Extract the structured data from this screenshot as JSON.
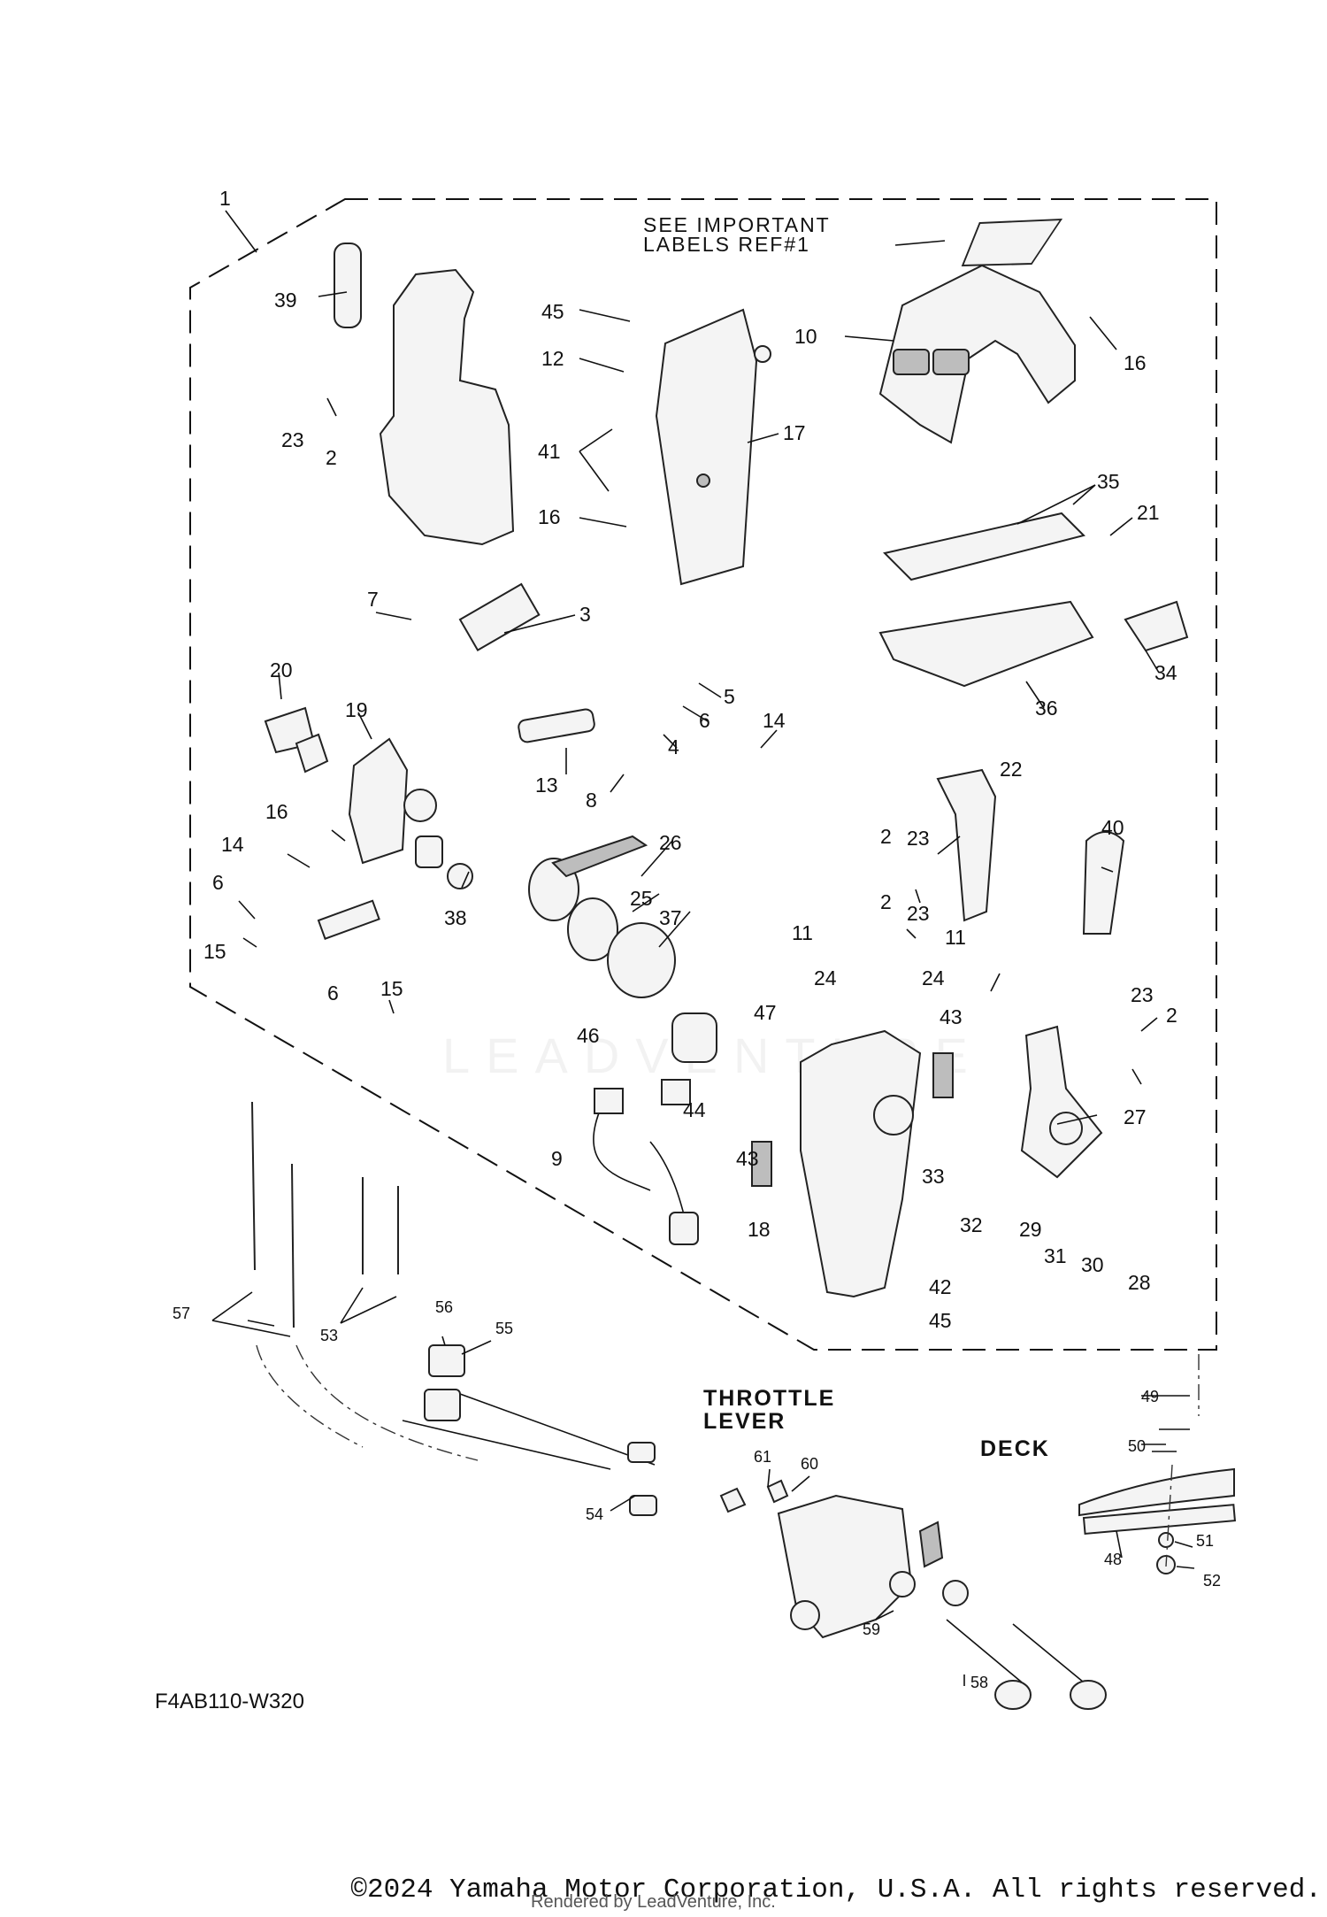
{
  "diagram": {
    "note": {
      "line1": "SEE IMPORTANT",
      "line2": "LABELS REF#1"
    },
    "group_labels": {
      "throttle_line1": "THROTTLE",
      "throttle_line2": "LEVER",
      "deck": "DECK"
    },
    "drawing_code": "F4AB110-W320",
    "watermark": "LEADVENTURE",
    "callouts": [
      {
        "id": "c1",
        "text": "1"
      },
      {
        "id": "c39",
        "text": "39"
      },
      {
        "id": "c23a",
        "text": "23"
      },
      {
        "id": "c2a",
        "text": "2"
      },
      {
        "id": "c45a",
        "text": "45"
      },
      {
        "id": "c12",
        "text": "12"
      },
      {
        "id": "c41",
        "text": "41"
      },
      {
        "id": "c16a",
        "text": "16"
      },
      {
        "id": "c17",
        "text": "17"
      },
      {
        "id": "c10",
        "text": "10"
      },
      {
        "id": "c16b",
        "text": "16"
      },
      {
        "id": "c35",
        "text": "35"
      },
      {
        "id": "c21",
        "text": "21"
      },
      {
        "id": "c34",
        "text": "34"
      },
      {
        "id": "c36",
        "text": "36"
      },
      {
        "id": "c7",
        "text": "7"
      },
      {
        "id": "c3",
        "text": "3"
      },
      {
        "id": "c20",
        "text": "20"
      },
      {
        "id": "c19",
        "text": "19"
      },
      {
        "id": "c5",
        "text": "5"
      },
      {
        "id": "c6a",
        "text": "6"
      },
      {
        "id": "c4",
        "text": "4"
      },
      {
        "id": "c14a",
        "text": "14"
      },
      {
        "id": "c13",
        "text": "13"
      },
      {
        "id": "c8",
        "text": "8"
      },
      {
        "id": "c16c",
        "text": "16"
      },
      {
        "id": "c14b",
        "text": "14"
      },
      {
        "id": "c6b",
        "text": "6"
      },
      {
        "id": "c15a",
        "text": "15"
      },
      {
        "id": "c38",
        "text": "38"
      },
      {
        "id": "c6c",
        "text": "6"
      },
      {
        "id": "c15b",
        "text": "15"
      },
      {
        "id": "c26",
        "text": "26"
      },
      {
        "id": "c25",
        "text": "25"
      },
      {
        "id": "c37",
        "text": "37"
      },
      {
        "id": "c22",
        "text": "22"
      },
      {
        "id": "c2b",
        "text": "2"
      },
      {
        "id": "c23b",
        "text": "23"
      },
      {
        "id": "c2c",
        "text": "2"
      },
      {
        "id": "c23c",
        "text": "23"
      },
      {
        "id": "c40",
        "text": "40"
      },
      {
        "id": "c11a",
        "text": "11"
      },
      {
        "id": "c11b",
        "text": "11"
      },
      {
        "id": "c24a",
        "text": "24"
      },
      {
        "id": "c24b",
        "text": "24"
      },
      {
        "id": "c23d",
        "text": "23"
      },
      {
        "id": "c2d",
        "text": "2"
      },
      {
        "id": "c43a",
        "text": "43"
      },
      {
        "id": "c46",
        "text": "46"
      },
      {
        "id": "c47",
        "text": "47"
      },
      {
        "id": "c44",
        "text": "44"
      },
      {
        "id": "c9",
        "text": "9"
      },
      {
        "id": "c43b",
        "text": "43"
      },
      {
        "id": "c27",
        "text": "27"
      },
      {
        "id": "c33",
        "text": "33"
      },
      {
        "id": "c32",
        "text": "32"
      },
      {
        "id": "c29",
        "text": "29"
      },
      {
        "id": "c31",
        "text": "31"
      },
      {
        "id": "c30",
        "text": "30"
      },
      {
        "id": "c28",
        "text": "28"
      },
      {
        "id": "c18",
        "text": "18"
      },
      {
        "id": "c42",
        "text": "42"
      },
      {
        "id": "c45b",
        "text": "45"
      },
      {
        "id": "c57",
        "text": "57"
      },
      {
        "id": "c53",
        "text": "53"
      },
      {
        "id": "c56",
        "text": "56"
      },
      {
        "id": "c55",
        "text": "55"
      },
      {
        "id": "c54",
        "text": "54"
      },
      {
        "id": "c61",
        "text": "61"
      },
      {
        "id": "c60",
        "text": "60"
      },
      {
        "id": "c59",
        "text": "59"
      },
      {
        "id": "c58",
        "text": "58"
      },
      {
        "id": "c49",
        "text": "49"
      },
      {
        "id": "c50",
        "text": "50"
      },
      {
        "id": "c48",
        "text": "48"
      },
      {
        "id": "c51",
        "text": "51"
      },
      {
        "id": "c52",
        "text": "52"
      }
    ]
  },
  "footer": {
    "copyright": "©2024 Yamaha Motor Corporation, U.S.A. All rights reserved.",
    "rendered_by": "Rendered by LeadVenture, Inc."
  }
}
